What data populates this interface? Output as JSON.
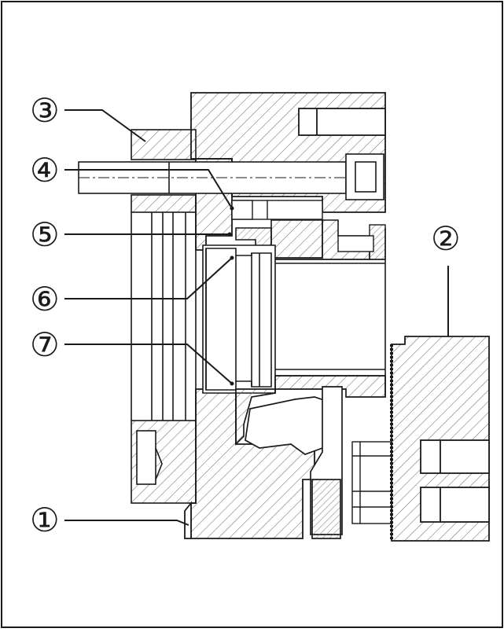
{
  "callouts": [
    {
      "id": "c1",
      "label": "①"
    },
    {
      "id": "c2",
      "label": "②"
    },
    {
      "id": "c3",
      "label": "③"
    },
    {
      "id": "c4",
      "label": "④"
    },
    {
      "id": "c5",
      "label": "⑤"
    },
    {
      "id": "c6",
      "label": "⑥"
    },
    {
      "id": "c7",
      "label": "⑦"
    }
  ],
  "colors": {
    "line": "#1a1a1a",
    "hatch": "#6e6e6e",
    "fill": "#ffffff"
  }
}
